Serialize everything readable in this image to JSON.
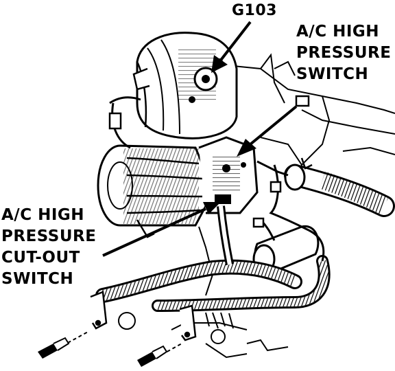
{
  "labels": {
    "ground": "G103",
    "high_pressure_switch": [
      "A/C HIGH",
      "PRESSURE",
      "SWITCH"
    ],
    "cutout_switch": [
      "A/C HIGH",
      "PRESSURE",
      "CUT-OUT",
      "SWITCH"
    ]
  },
  "colors": {
    "ink": "#000000",
    "paper": "#ffffff"
  }
}
